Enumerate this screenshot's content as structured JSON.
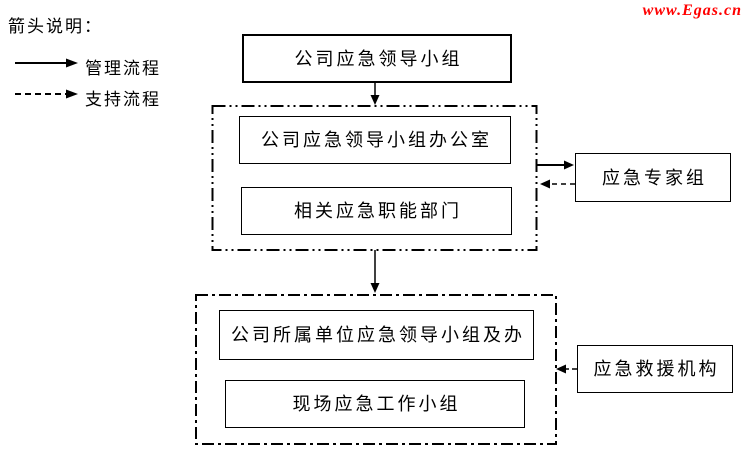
{
  "page": {
    "background_color": "#ffffff",
    "line_color": "#000000"
  },
  "watermark": {
    "text": "www.Egas.cn",
    "color": "#ff0000"
  },
  "legend": {
    "title": "箭头说明：",
    "items": [
      {
        "label": "管理流程",
        "line_style": "solid"
      },
      {
        "label": "支持流程",
        "line_style": "dashed"
      }
    ]
  },
  "nodes": {
    "company_leadership": "公司应急领导小组",
    "leadership_office": "公司应急领导小组办公室",
    "functional_departments": "相关应急职能部门",
    "expert_group": "应急专家组",
    "subsidiary_leadership": "公司所属单位应急领导小组及办",
    "onsite_workgroup": "现场应急工作小组",
    "rescue_organization": "应急救援机构"
  },
  "containers": [
    {
      "id": "company_container",
      "border": "dash-dot-dot",
      "children": [
        "leadership_office",
        "functional_departments"
      ]
    },
    {
      "id": "subsidiary_container",
      "border": "dash-dot",
      "children": [
        "subsidiary_leadership",
        "onsite_workgroup"
      ]
    }
  ],
  "connections": [
    {
      "from": "company_leadership",
      "to": "company_container",
      "flow": "管理流程",
      "style": "solid"
    },
    {
      "from": "company_container",
      "to": "expert_group",
      "flow": "管理流程",
      "style": "solid"
    },
    {
      "from": "expert_group",
      "to": "company_container",
      "flow": "支持流程",
      "style": "dashed"
    },
    {
      "from": "company_container",
      "to": "subsidiary_container",
      "flow": "管理流程",
      "style": "solid"
    },
    {
      "from": "rescue_organization",
      "to": "subsidiary_container",
      "flow": "支持流程",
      "style": "dashed"
    }
  ]
}
